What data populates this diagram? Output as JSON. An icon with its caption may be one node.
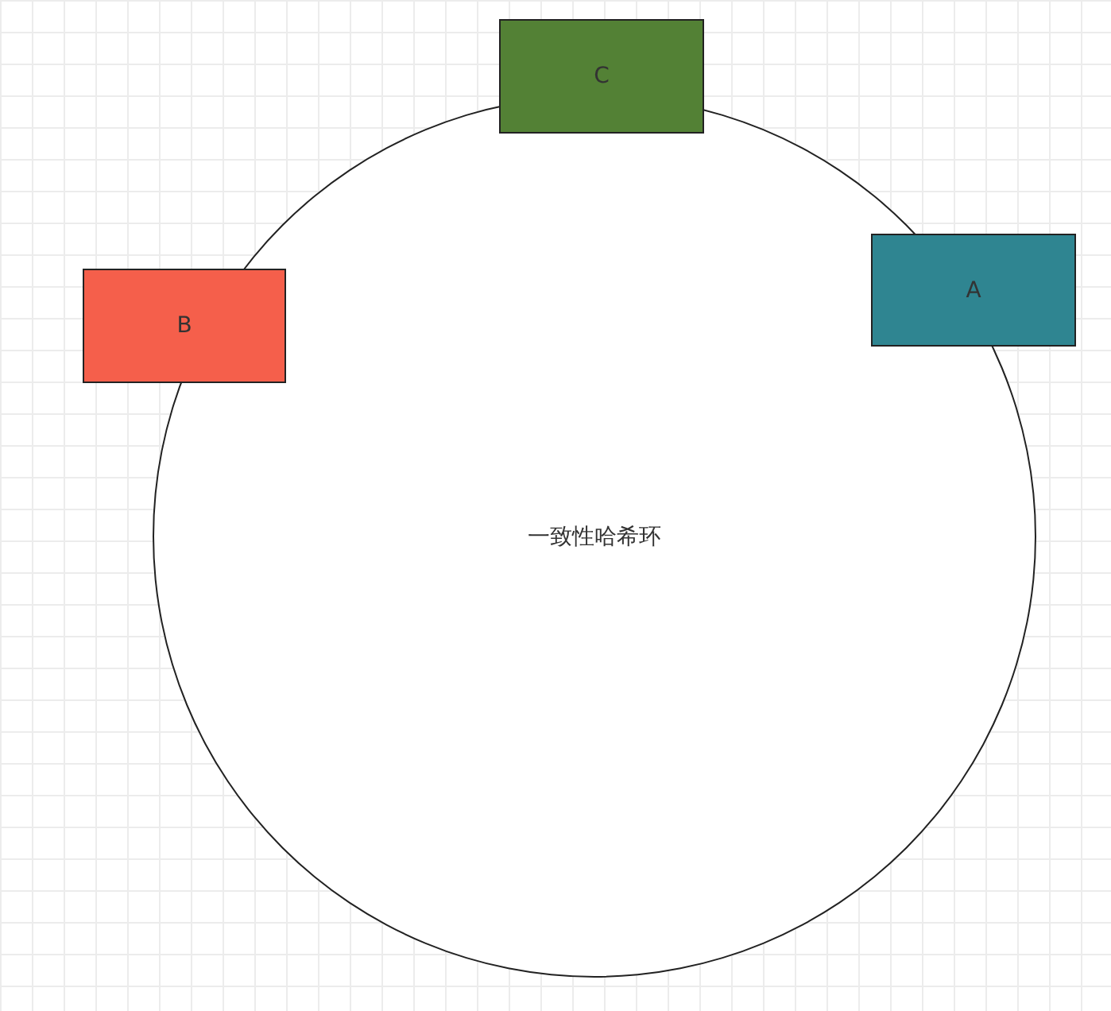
{
  "diagram": {
    "nodes": [
      {
        "text": [
          "C"
        ]
      },
      {
        "text": [
          "A"
        ]
      },
      {
        "text": [
          "B"
        ]
      },
      {
        "text": [
          "一致性哈希环"
        ]
      }
    ]
  }
}
